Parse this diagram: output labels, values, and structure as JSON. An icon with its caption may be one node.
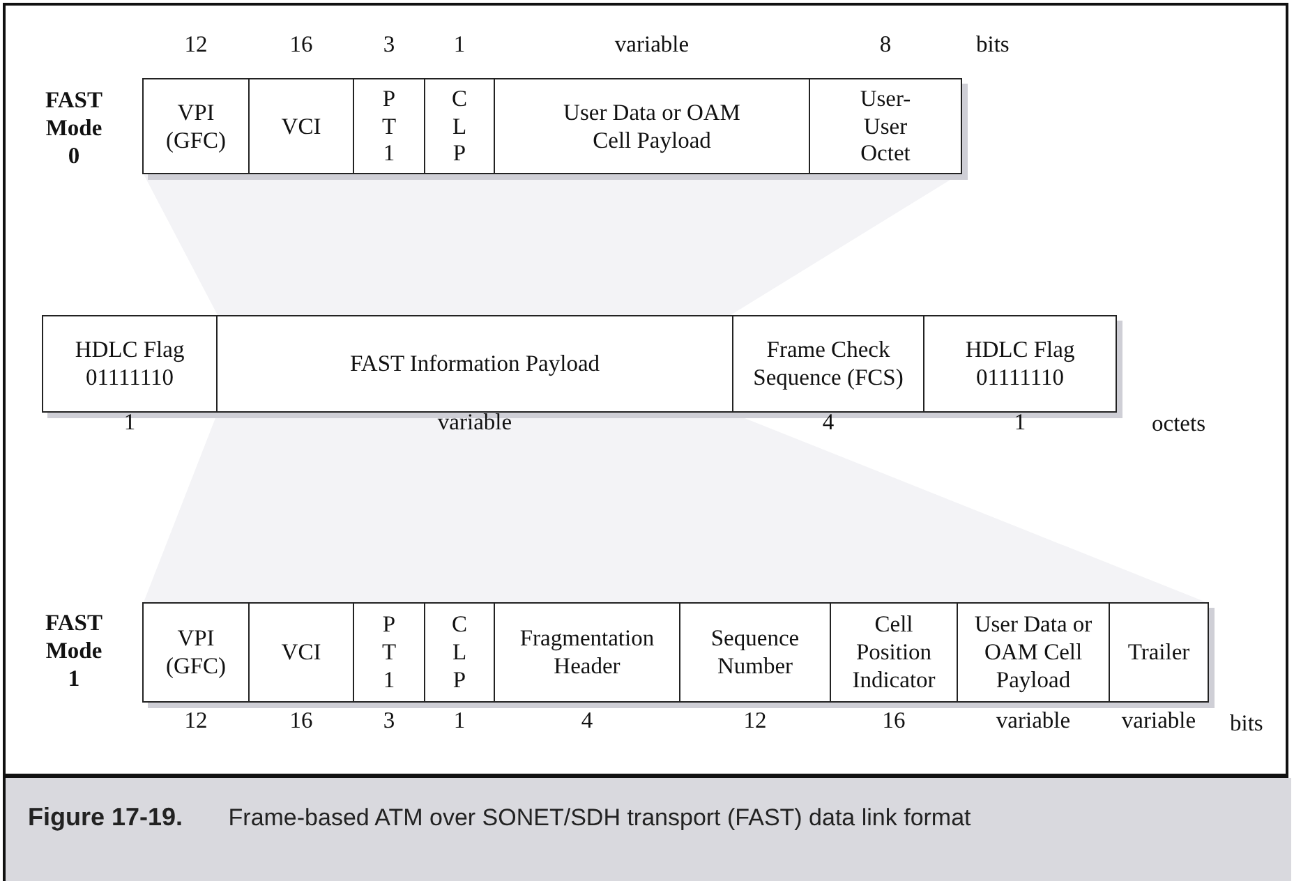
{
  "diagram": {
    "caption": "**Figure 17-19.** Frame-based ATM over SONET/SDH transport (FAST) data link format",
    "nodes": [
      {
        "text": [
          "VPI (GFC)"
        ],
        "beside": [
          "12"
        ]
      },
      {
        "text": [
          "VCI"
        ],
        "beside": [
          "16"
        ]
      },
      {
        "text": [
          "P T 1"
        ],
        "beside": [
          "3"
        ]
      },
      {
        "text": [
          "C L P"
        ],
        "beside": [
          "1"
        ]
      },
      {
        "text": [
          "User Data or OAM Cell Payload"
        ],
        "beside": [
          "variable"
        ]
      },
      {
        "text": [
          "User- User Octet"
        ],
        "beside": [
          "8"
        ]
      },
      {
        "text": [
          "HDLC Flag 01111110"
        ],
        "beside": [
          "1"
        ]
      },
      {
        "text": [
          "FAST Information Payload"
        ],
        "beside": [
          "variable"
        ]
      },
      {
        "text": [
          "Frame Check Sequence (FCS)"
        ],
        "beside": [
          "4"
        ]
      },
      {
        "text": [
          "HDLC Flag 01111110"
        ],
        "beside": [
          "1"
        ]
      },
      {
        "text": [
          "VPI (GFC)"
        ],
        "beside": [
          "12"
        ]
      },
      {
        "text": [
          "VCI"
        ],
        "beside": [
          "16"
        ]
      },
      {
        "text": [
          "P T 1"
        ],
        "beside": [
          "3"
        ]
      },
      {
        "text": [
          "C L P"
        ],
        "beside": [
          "1"
        ]
      },
      {
        "text": [
          "Fragmentation Header"
        ],
        "beside": [
          "4"
        ]
      },
      {
        "text": [
          "Sequence Number"
        ],
        "beside": [
          "12"
        ]
      },
      {
        "text": [
          "Cell Position Indicator"
        ],
        "beside": [
          "16"
        ]
      },
      {
        "text": [
          "User Data or OAM Cell Payload"
        ],
        "beside": [
          "variable"
        ]
      },
      {
        "text": [
          "Trailer"
        ],
        "beside": [
          "variable"
        ]
      }
    ],
    "edges": [],
    "labels": [
      "bits",
      "FAST Mode 0",
      "octets",
      "FAST Mode 1",
      "bits"
    ]
  }
}
